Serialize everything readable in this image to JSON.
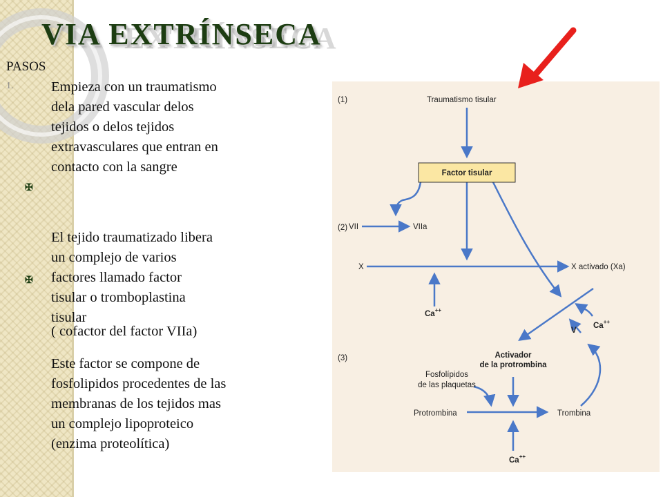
{
  "slide": {
    "title": "VIA EXTRÍNSECA",
    "pasos_label": "PASOS",
    "step_number": "1.",
    "bullet_symbol": "✠",
    "paragraphs": [
      "Empieza con un traumatismo dela pared vascular delos tejidos o delos tejidos extravasculares que entran en contacto con la sangre",
      "El tejido traumatizado libera un complejo de varios factores llamado factor tisular o tromboplastina tisular",
      "( cofactor del factor VIIa)",
      "Este factor se compone de fosfolipidos procedentes de las membranas de los tejidos mas un complejo lipoproteico (enzima proteolítica)"
    ]
  },
  "diagram": {
    "step_labels": [
      "(1)",
      "(2)",
      "(3)"
    ],
    "nodes": {
      "traumatismo": "Traumatismo tisular",
      "factor_tisular": "Factor tisular",
      "vii": "VII",
      "viia": "VIIa",
      "x": "X",
      "x_activado": "X activado (Xa)",
      "ca_main": "Ca",
      "ca_right": "Ca",
      "ca_bottom": "Ca",
      "ca_superscript": "++",
      "v": "V",
      "activador_line1": "Activador",
      "activador_line2": "de la protrombina",
      "fosfolipidos_line1": "Fosfolípidos",
      "fosfolipidos_line2": "de las plaquetas",
      "protrombina": "Protrombina",
      "trombina": "Trombina"
    },
    "colors": {
      "arrow": "#4a78c8",
      "box_fill": "#fbe7a3",
      "panel_bg": "#f8efe3",
      "pointer": "#e8201c"
    }
  }
}
